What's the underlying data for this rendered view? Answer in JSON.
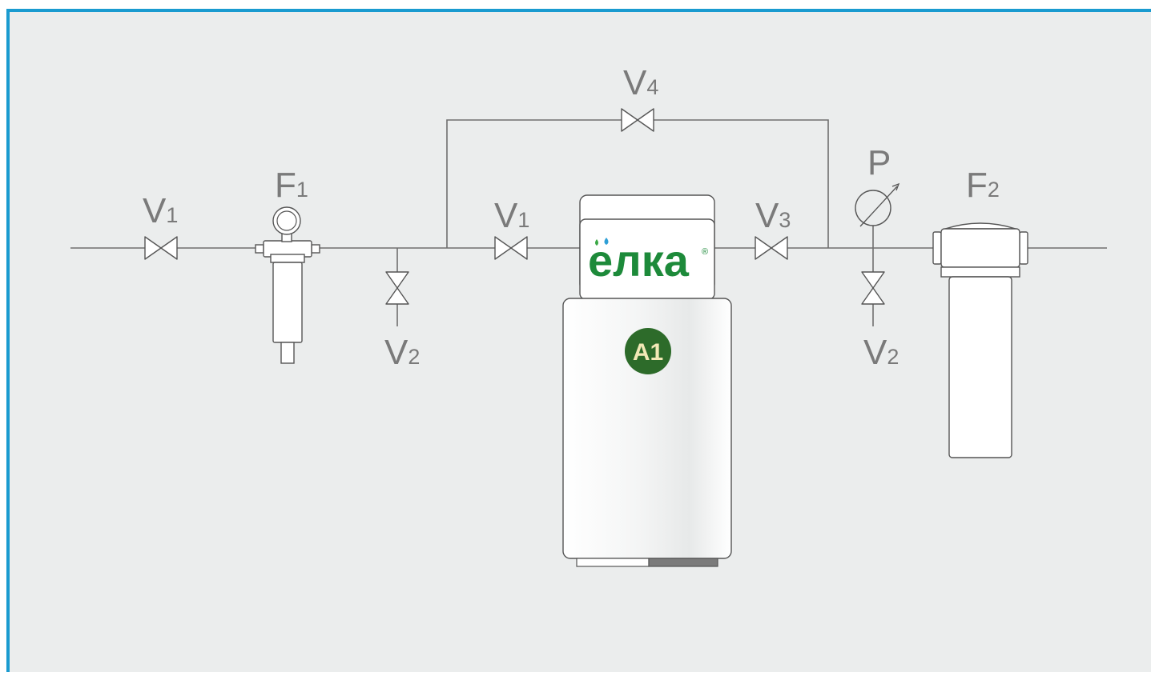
{
  "diagram": {
    "labels": {
      "v1_left": {
        "main": "V",
        "sub": "1"
      },
      "f1": {
        "main": "F",
        "sub": "1"
      },
      "v2_left": {
        "main": "V",
        "sub": "2"
      },
      "v1_right": {
        "main": "V",
        "sub": "1"
      },
      "v4": {
        "main": "V",
        "sub": "4"
      },
      "v3": {
        "main": "V",
        "sub": "3"
      },
      "p": {
        "main": "P"
      },
      "v2_right": {
        "main": "V",
        "sub": "2"
      },
      "f2": {
        "main": "F",
        "sub": "2"
      }
    },
    "unit": {
      "brand": "елка",
      "registered": "®",
      "badge": "A1"
    },
    "colors": {
      "frame_border": "#1a9bd0",
      "background": "#ebeded",
      "pipe": "#6f6f6f",
      "label": "#7a7a7a",
      "brand_green": "#1d8a3a",
      "badge_green": "#2d6b2a",
      "badge_text": "#f2e9b6",
      "drop_green": "#3aa845",
      "drop_blue": "#2f9fd6"
    }
  }
}
